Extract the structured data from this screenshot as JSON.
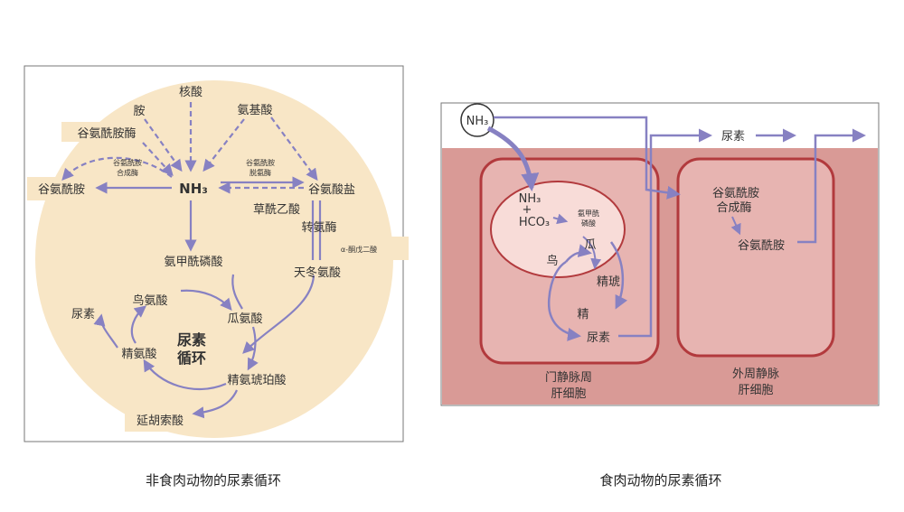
{
  "left_diagram": {
    "caption": "非食肉动物的尿素循环",
    "nodes": {
      "hesuan": "核酸",
      "an": "胺",
      "anjisuan": "氨基酸",
      "guanmei": "谷氨酰胺酶",
      "guanmei_small_1": "谷氨酰胺",
      "guanmei_small_2": "合成酶",
      "guananxian": "谷氨酰胺",
      "nh3": "NH₃",
      "tuoan_1": "谷氨酰胺",
      "tuoan_2": "脱氨酶",
      "guansuanyan": "谷氨酸盐",
      "caoxian": "草酰乙酸",
      "zhuananmei": "转氨酶",
      "ketoglutarate": "α-酮戊二酸",
      "anjiaxianlinsuan": "氨甲酰磷酸",
      "tiandongansuan": "天冬氨酸",
      "niaosu": "尿素",
      "niaoansuan": "鸟氨酸",
      "guaansuan": "瓜氨酸",
      "jingansuan": "精氨酸",
      "cycle_1": "尿素",
      "cycle_2": "循环",
      "jinganhupo": "精氨琥珀酸",
      "yanhu": "延胡索酸"
    }
  },
  "right_diagram": {
    "caption": "食肉动物的尿素循环",
    "nodes": {
      "nh3": "NH₃",
      "inner_nh3": "NH₃",
      "plus": "+",
      "hco3": "HCO₃",
      "anjia_1": "氨甲酰",
      "anjia_2": "磷酸",
      "gua": "瓜",
      "niao": "鸟",
      "jinghu": "精琥",
      "jing": "精",
      "niaosu_inner": "尿素",
      "niaosu_top": "尿素",
      "hecheng_1": "谷氨酰胺",
      "hecheng_2": "合成酶",
      "guananxian": "谷氨酰胺",
      "cell1_1": "门静脉周",
      "cell1_2": "肝细胞",
      "cell2_1": "外周静脉",
      "cell2_2": "肝细胞"
    }
  },
  "colors": {
    "arrow": "#8781c2",
    "beige": "#f8e6c6",
    "tissue": "#d99a96",
    "cell": "#e7b4b1",
    "cell_border": "#b23a3d",
    "nucleus": "#f8dcd8"
  }
}
